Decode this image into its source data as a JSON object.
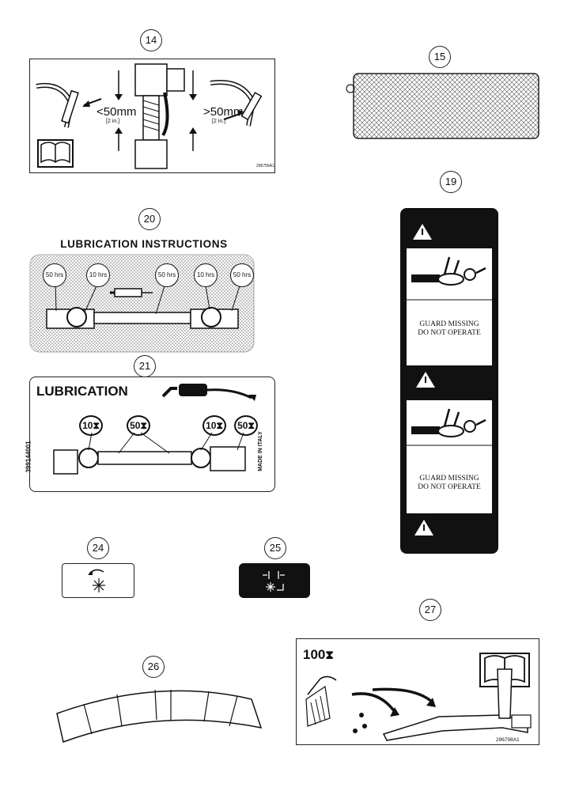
{
  "callouts": {
    "c14": "14",
    "c15": "15",
    "c19": "19",
    "c20": "20",
    "c21": "21",
    "c24": "24",
    "c25": "25",
    "c26": "26",
    "c27": "27"
  },
  "decal14": {
    "left_value": "<50mm",
    "left_sub": "[2 in.]",
    "right_value": ">50mm",
    "right_sub": "[2 in.]",
    "ref": "296756A1"
  },
  "decal19": {
    "line1": "GUARD MISSING",
    "line2": "DO NOT OPERATE"
  },
  "decal20": {
    "title": "LUBRICATION INSTRUCTIONS",
    "intervals": [
      "50 hrs",
      "10 hrs",
      "50 hrs",
      "10 hrs",
      "50 hrs"
    ]
  },
  "decal21": {
    "title": "LUBRICATION",
    "part_no": "399144001",
    "origin": "MADE IN ITALY",
    "intervals": [
      "10",
      "50",
      "10",
      "50"
    ]
  },
  "decal27": {
    "interval": "100",
    "ref": "296798A1"
  },
  "icons": [
    "manual-book-icon",
    "warning-triangle-icon",
    "hour-glass-icon",
    "grease-gun-icon",
    "rotation-arrow-icon"
  ]
}
